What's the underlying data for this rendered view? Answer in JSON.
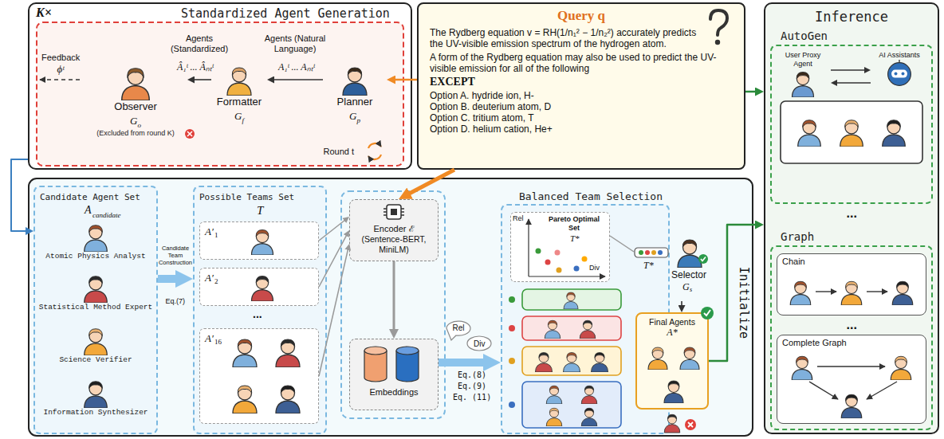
{
  "diagram": {
    "nodes": [
      {
        "text": [
          "K×",
          "Standardized Agent Generation"
        ]
      },
      {
        "text": [
          "Observer",
          "G",
          "o",
          "(Excluded from round K)"
        ],
        "in": 0
      },
      {
        "text": [
          "Formatter",
          "G",
          "f"
        ],
        "in": 0
      },
      {
        "text": [
          "Planner",
          "G",
          "p"
        ],
        "in": 0
      },
      {
        "text": [
          "Query q",
          "The Rydberg equation v = RH(1/n₁² − 1/n₂²) accurately predicts the UV-visible emission spectrum of the hydrogen atom.",
          "A form of the Rydberg equation may also be used to predict the UV-visible emission for all of the following",
          "EXCEPT",
          "Option A. hydride ion, H-",
          "Option B. deuterium atom, D",
          "Option C. tritium atom, T",
          "Option D. helium cation, He+"
        ]
      },
      {
        "text": [
          "Candidate Agent Set",
          "A",
          "candidate"
        ]
      },
      {
        "text": [
          "Atomic Physics Analyst"
        ],
        "in": 5
      },
      {
        "text": [
          "Statistical Method Expert"
        ],
        "in": 5
      },
      {
        "text": [
          "Science Verifier"
        ],
        "in": 5
      },
      {
        "text": [
          "Information Synthesizer"
        ],
        "in": 5
      },
      {
        "text": [
          "Possible Teams Set",
          "T"
        ]
      },
      {
        "text": [
          "A′",
          "1"
        ],
        "in": 10
      },
      {
        "text": [
          "A′",
          "2"
        ],
        "in": 10
      },
      {
        "text": [
          "A′",
          "16"
        ],
        "in": 10
      },
      {
        "text": [
          "Encoder ℰ",
          "(Sentence-BERT, MiniLM)"
        ]
      },
      {
        "text": [
          "Embeddings"
        ]
      },
      {
        "text": [
          "Balanced Team Selection"
        ]
      },
      {
        "text": [
          "Rel",
          "Div",
          "Pareto Optimal Set",
          "T*"
        ],
        "in": 16
      },
      {
        "text": [
          "T*",
          "Selector",
          "G",
          "s"
        ]
      },
      {
        "text": [
          "Final Agents",
          "A*"
        ]
      },
      {
        "text": [
          "Inference"
        ]
      },
      {
        "text": [
          "AutoGen"
        ],
        "in": 20
      },
      {
        "text": [
          "User Proxy Agent"
        ],
        "in": 21
      },
      {
        "text": [
          "AI Assistants"
        ],
        "in": 21
      },
      {
        "text": [
          "Graph"
        ],
        "in": 20
      },
      {
        "text": [
          "Chain"
        ],
        "in": 24
      },
      {
        "text": [
          "Complete Graph"
        ],
        "in": 24
      }
    ],
    "edges": [
      {
        "from": 3,
        "to": 2,
        "arrow": "to",
        "label": "Agents (Natural Language)"
      },
      {
        "from": 2,
        "to": 1,
        "arrow": "to",
        "label": "Agents (Standardized)"
      },
      {
        "from": 0,
        "to": 5,
        "arrow": "to"
      },
      {
        "from": 4,
        "to": 3,
        "arrow": "to"
      },
      {
        "from": 4,
        "to": 14,
        "arrow": "to"
      },
      {
        "from": 4,
        "to": 20,
        "arrow": "to"
      },
      {
        "from": 5,
        "to": 10,
        "arrow": "to",
        "label": "Candidate Team Construction"
      },
      {
        "from": 11,
        "to": 14,
        "arrow": "to"
      },
      {
        "from": 12,
        "to": 14,
        "arrow": "to"
      },
      {
        "from": 13,
        "to": 14,
        "arrow": "to"
      },
      {
        "from": 14,
        "to": 15,
        "arrow": "to"
      },
      {
        "from": 15,
        "to": 16,
        "arrow": "to"
      },
      {
        "from": 17,
        "to": 18,
        "arrow": "none"
      },
      {
        "from": 18,
        "to": 19,
        "arrow": "to"
      },
      {
        "from": 19,
        "to": 20,
        "arrow": "to"
      },
      {
        "from": 22,
        "to": 23,
        "arrow": "to"
      },
      {
        "from": 23,
        "to": 22,
        "arrow": "to"
      }
    ],
    "labels": [
      "Feedback",
      "ϕᵗ",
      "Â₁ᵗ ... Âₙₜᵗ",
      "A₁ᵗ ... Aₙₜᵗ",
      "Round t",
      "Eq.(7)",
      "...",
      "Rel",
      "Div",
      "Eq.(8)",
      "Eq.(9)",
      "Eq. (11)",
      "...",
      "...",
      "Initialize"
    ]
  }
}
